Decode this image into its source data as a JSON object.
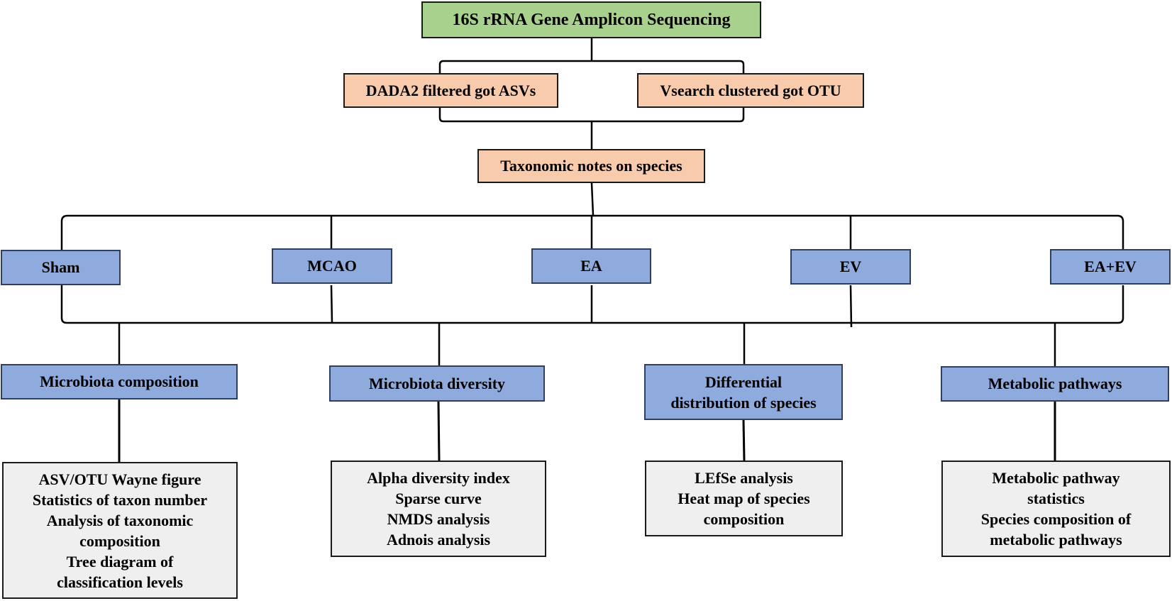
{
  "title_box": "16S rRNA Gene Amplicon Sequencing",
  "processing": {
    "dada2": "DADA2 filtered got ASVs",
    "vsearch": "Vsearch clustered got OTU"
  },
  "taxonomy": "Taxonomic notes on species",
  "groups": [
    "Sham",
    "MCAO",
    "EA",
    "EV",
    "EA+EV"
  ],
  "analyses": [
    {
      "title_lines": [
        "Microbiota composition"
      ],
      "details": [
        "ASV/OTU Wayne figure",
        "Statistics of taxon number",
        "Analysis of taxonomic",
        "composition",
        "Tree diagram of",
        "classification levels"
      ]
    },
    {
      "title_lines": [
        "Microbiota diversity"
      ],
      "details": [
        "Alpha diversity index",
        "Sparse curve",
        "NMDS analysis",
        "Adnois analysis"
      ]
    },
    {
      "title_lines": [
        "Differential",
        "distribution of species"
      ],
      "details": [
        "LEfSe analysis",
        "Heat map of species",
        "composition"
      ]
    },
    {
      "title_lines": [
        "Metabolic pathways"
      ],
      "details": [
        "Metabolic pathway",
        "statistics",
        "Species composition of",
        "metabolic pathways"
      ]
    }
  ],
  "colors": {
    "title_fill": "#a9d18e",
    "process_fill": "#f8cbad",
    "group_fill": "#8faadc",
    "detail_fill": "#efefef",
    "line": "#000000"
  }
}
